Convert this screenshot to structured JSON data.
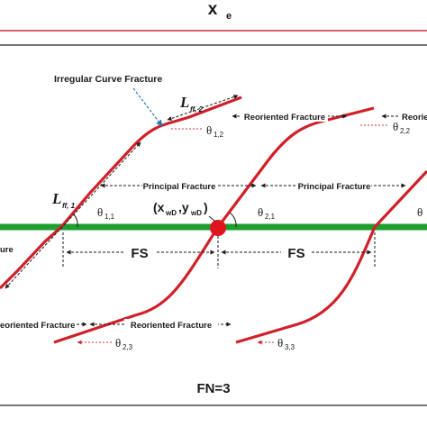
{
  "top_label": {
    "main": "x",
    "sub": "e"
  },
  "fracture_label": "Irregular Curve Fracture",
  "lengths": {
    "lf12": {
      "main": "L",
      "sub": "ff, 2"
    },
    "lf11": {
      "main": "L",
      "sub": "ff, 1"
    }
  },
  "labels": {
    "reoriented_1": "Reoriented Fracture",
    "reoriented_2": "Reorie",
    "principal_1": "Principal Fracture",
    "principal_2": "Principal Fracture",
    "left_cut": "ure",
    "fs_1": "FS",
    "fs_2": "FS",
    "bottom_reoriented_left": "eoriented Fracture",
    "bottom_reoriented_mid": "Reoriented Fracture",
    "well_pos": "(x",
    "well_sub1": "wD",
    "well_comma": ",y",
    "well_sub2": "wD",
    "well_close": ")",
    "fn": "FN=3"
  },
  "angles": {
    "t12": {
      "main": "θ",
      "sub": "1,2"
    },
    "t22": {
      "main": "θ",
      "sub": "2,2"
    },
    "t11": {
      "main": "θ",
      "sub": "1,1"
    },
    "t21": {
      "main": "θ",
      "sub": "2,1"
    },
    "t_right": {
      "main": "θ",
      "sub": ""
    },
    "t23": {
      "main": "θ",
      "sub": "2,3"
    },
    "t33": {
      "main": "θ",
      "sub": "3,3"
    }
  },
  "colors": {
    "fracture": "#d0202a",
    "well": "#1e9e2e",
    "wellbore_point": "#e0141e",
    "boundary": "#c8323c",
    "text": "#1a1a1a",
    "arrow": "#1a2aa0"
  }
}
